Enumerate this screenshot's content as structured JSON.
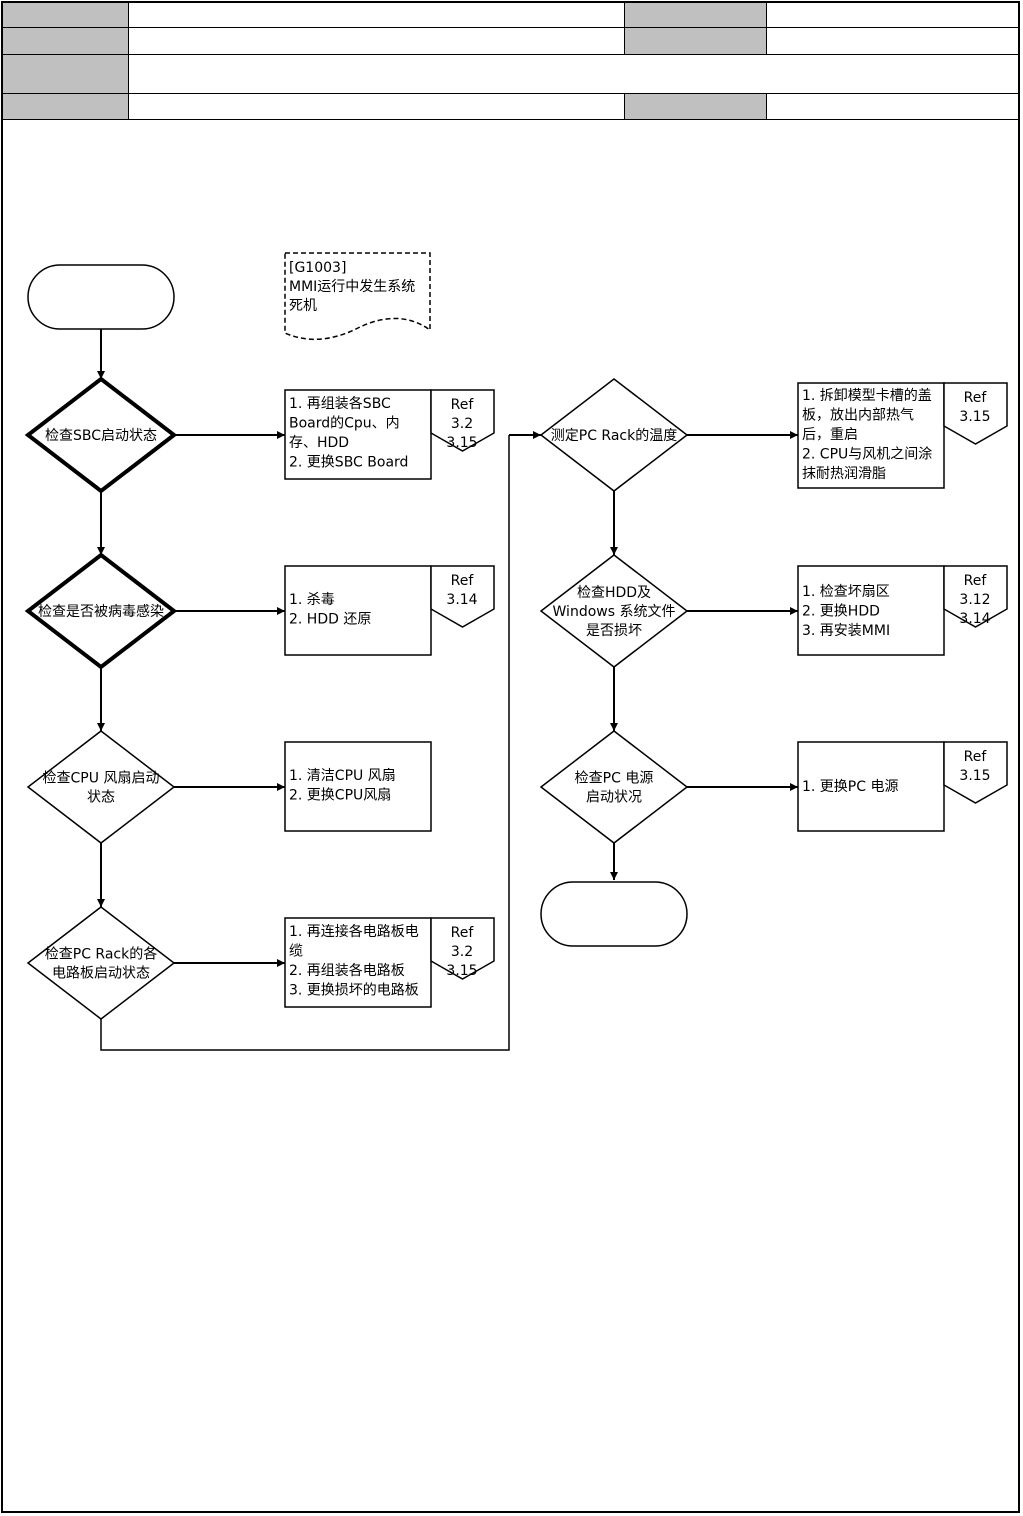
{
  "header_table": {
    "rows": 4,
    "cells_text": []
  },
  "flow": {
    "note": [
      "[G1003]",
      "MMI运行中发生系统",
      "死机"
    ],
    "left_column": [
      {
        "decision": [
          "检查SBC启动状态"
        ],
        "action": [
          "1. 再组装各SBC",
          "Board的Cpu、内",
          "存、HDD",
          "2. 更换SBC Board"
        ],
        "ref": [
          "Ref",
          "3.2",
          "3.15"
        ]
      },
      {
        "decision": [
          "检查是否被病毒感染"
        ],
        "action": [
          "1. 杀毒",
          "2. HDD 还原"
        ],
        "ref": [
          "Ref",
          "3.14"
        ]
      },
      {
        "decision": [
          "检查CPU 风扇启动",
          "状态"
        ],
        "action": [
          "1. 清洁CPU 风扇",
          "2. 更换CPU风扇"
        ],
        "ref": []
      },
      {
        "decision": [
          "检查PC Rack的各",
          "电路板启动状态"
        ],
        "action": [
          "1. 再连接各电路板电",
          "缆",
          "2. 再组装各电路板",
          "3. 更换损坏的电路板"
        ],
        "ref": [
          "Ref",
          "3.2",
          "3.15"
        ]
      }
    ],
    "right_column": [
      {
        "decision": [
          "测定PC Rack的温度"
        ],
        "action": [
          "1. 拆卸模型卡槽的盖",
          "板，放出内部热气",
          "后，重启",
          "2. CPU与风机之间涂",
          "抹耐热润滑脂"
        ],
        "ref": [
          "Ref",
          "3.15"
        ]
      },
      {
        "decision": [
          "检查HDD及",
          "Windows 系统文件",
          "是否损坏"
        ],
        "action": [
          "1. 检查坏扇区",
          "2. 更换HDD",
          "3. 再安装MMI"
        ],
        "ref": [
          "Ref",
          "3.12",
          "3.14"
        ]
      },
      {
        "decision": [
          "检查PC 电源",
          "启动状况"
        ],
        "action": [
          "1. 更换PC 电源"
        ],
        "ref": [
          "Ref",
          "3.15"
        ]
      }
    ]
  }
}
